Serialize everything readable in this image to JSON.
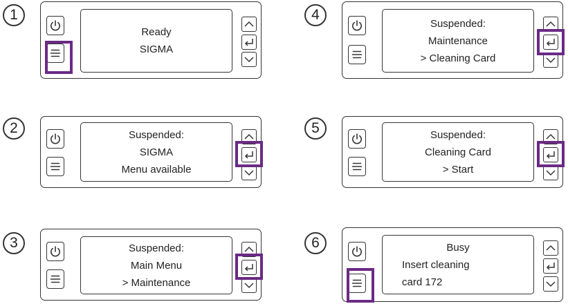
{
  "steps": [
    {
      "number": "1",
      "screen_lines": [
        "Ready",
        "SIGMA"
      ],
      "highlight": "menu-button",
      "left_aligned": false
    },
    {
      "number": "2",
      "screen_lines": [
        "Suspended:",
        "SIGMA",
        "Menu available"
      ],
      "highlight": "enter-button",
      "left_aligned": false
    },
    {
      "number": "3",
      "screen_lines": [
        "Suspended:",
        "Main Menu",
        "> Maintenance"
      ],
      "highlight": "enter-button",
      "left_aligned": false
    },
    {
      "number": "4",
      "screen_lines": [
        "Suspended:",
        "Maintenance",
        "> Cleaning Card"
      ],
      "highlight": "enter-button",
      "left_aligned": false
    },
    {
      "number": "5",
      "screen_lines": [
        "Suspended:",
        "Cleaning Card",
        "> Start"
      ],
      "highlight": "enter-button",
      "left_aligned": false
    },
    {
      "number": "6",
      "screen_lines": [
        "Busy",
        "Insert cleaning",
        "card 172"
      ],
      "highlight": "menu-button",
      "left_aligned": true
    }
  ],
  "icons": {
    "power": "power-icon",
    "menu": "menu-icon",
    "up": "chevron-up-icon",
    "enter": "enter-icon",
    "down": "chevron-down-icon"
  },
  "colors": {
    "highlight": "#6a2a85",
    "outline": "#333333"
  }
}
